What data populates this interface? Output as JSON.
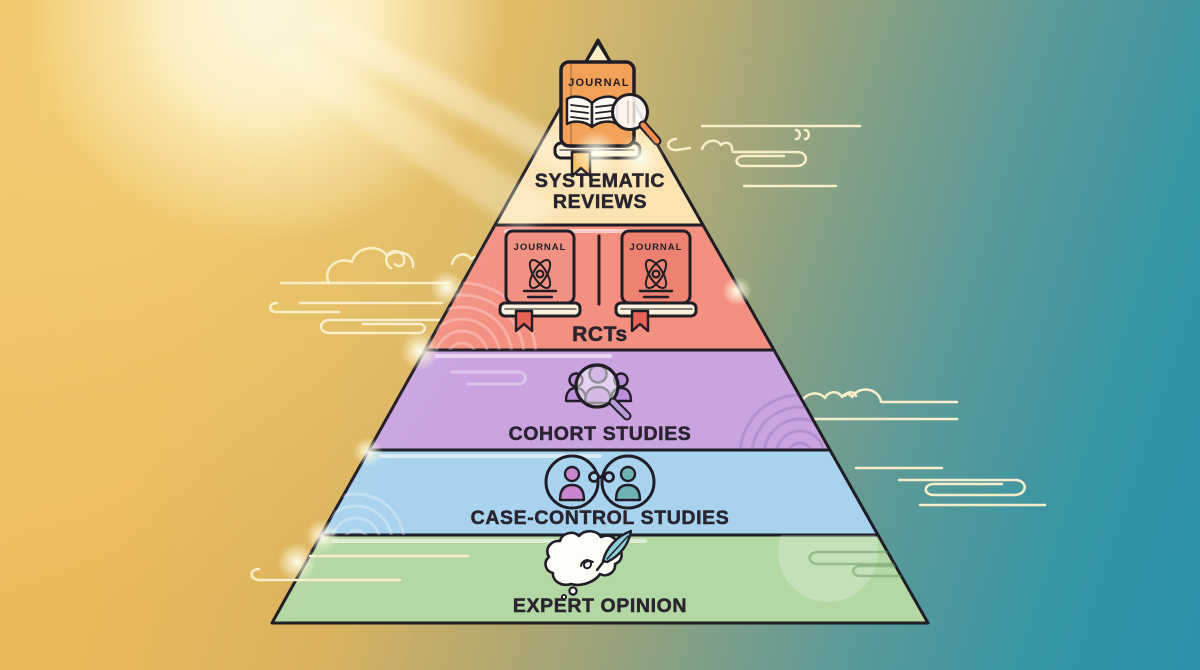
{
  "pyramid": {
    "journal_cover_label": "JOURNAL",
    "levels": [
      {
        "name": "systematic-reviews",
        "label": "SYSTEMATIC REVIEWS",
        "label_lines": [
          "SYSTEMATIC",
          "REVIEWS"
        ],
        "fill": "#fbe3b2",
        "icon": "journal-with-magnifier-icon"
      },
      {
        "name": "rcts",
        "label": "RCTs",
        "fill": "#f3907f",
        "icon": "two-atom-journals-icon"
      },
      {
        "name": "cohort-studies",
        "label": "COHORT STUDIES",
        "fill": "#c9a4e1",
        "icon": "people-group-magnifier-icon"
      },
      {
        "name": "case-control-studies",
        "label": "CASE-CONTROL STUDIES",
        "fill": "#a8d3ee",
        "icon": "linked-people-icon"
      },
      {
        "name": "expert-opinion",
        "label": "EXPERT OPINION",
        "fill": "#b4d8a4",
        "icon": "thought-cloud-quill-icon"
      }
    ]
  },
  "colors": {
    "outline": "#211d26",
    "label_text": "#2a2430",
    "cloud_line": "#f8eec9",
    "background_yellow": "#eaba58",
    "background_teal": "#2b93ab",
    "sun_core": "#fdf6dd"
  }
}
